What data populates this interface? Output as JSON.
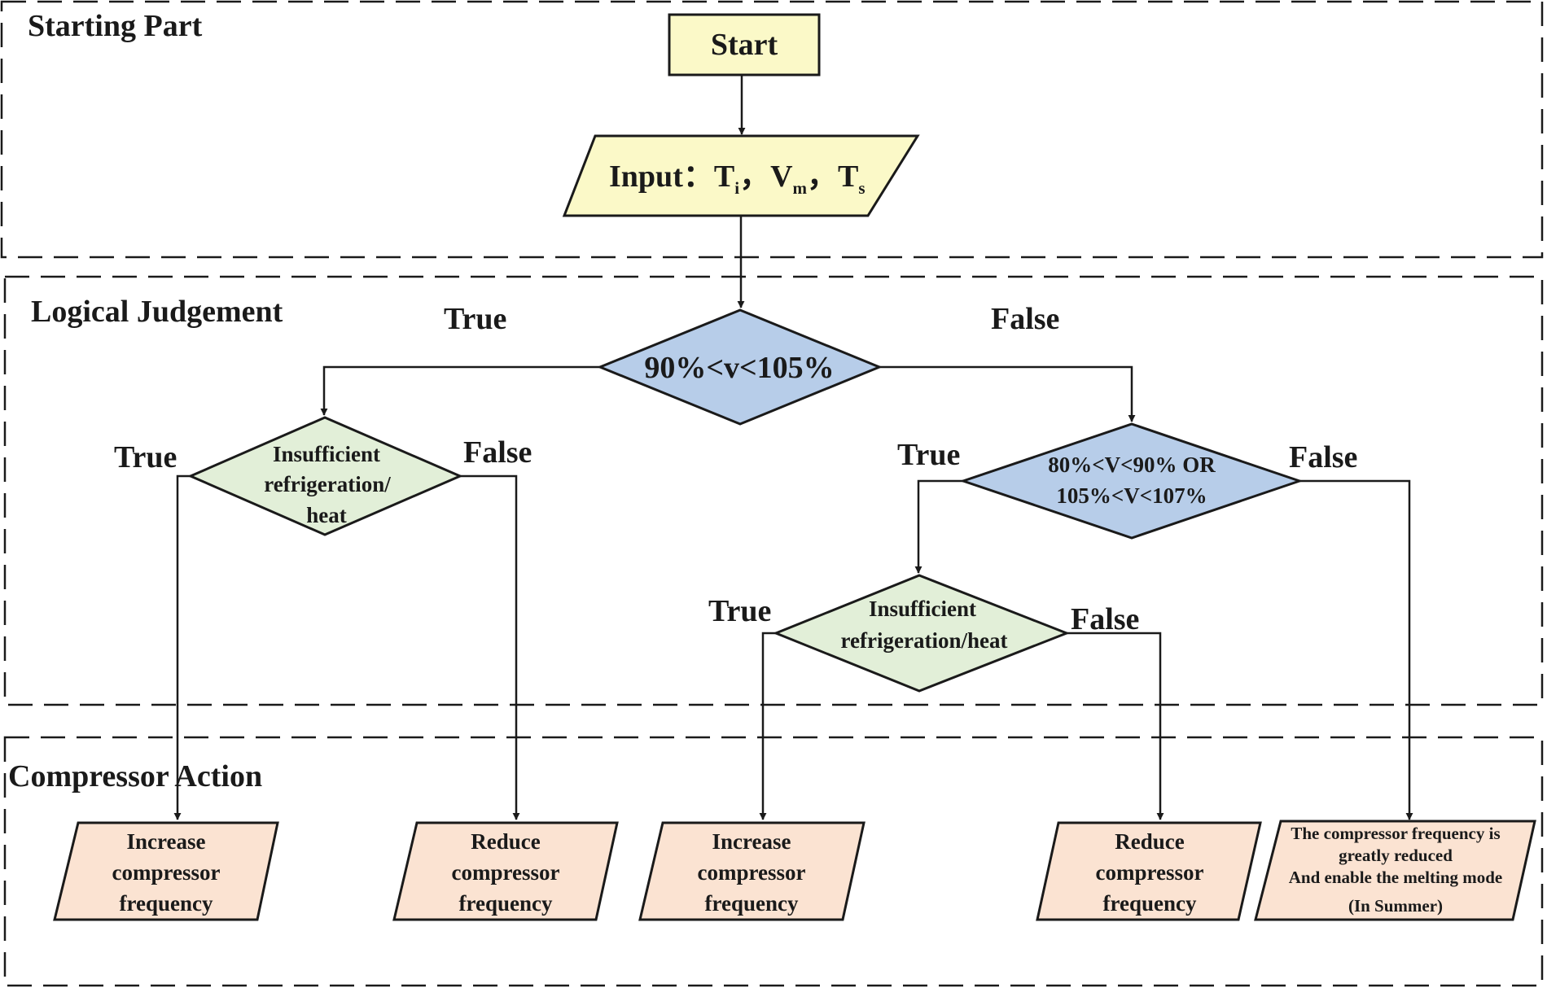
{
  "sections": {
    "starting": "Starting Part",
    "logical": "Logical Judgement",
    "compressor": "Compressor Action"
  },
  "nodes": {
    "start": "Start",
    "input": {
      "prefix": "Input：",
      "t": "T",
      "t_sub": "i",
      "sep1": "，",
      "v": "V",
      "v_sub": "m",
      "sep2": "，",
      "ts": "T",
      "ts_sub": "s"
    },
    "decision_main": "90%<v<105%",
    "decision_left": [
      "Insufficient",
      "refrigeration/",
      "heat"
    ],
    "decision_right": [
      "80%<V<90% OR",
      "105%<V<107%"
    ],
    "decision_right_sub": [
      "Insufficient",
      "refrigeration/heat"
    ],
    "action_1": [
      "Increase",
      "compressor",
      "frequency"
    ],
    "action_2": [
      "Reduce",
      "compressor",
      "frequency"
    ],
    "action_3": [
      "Increase",
      "compressor",
      "frequency"
    ],
    "action_4": [
      "Reduce",
      "compressor",
      "frequency"
    ],
    "action_5": [
      "The compressor frequency is",
      "greatly reduced",
      "And enable the melting mode",
      "(In Summer)"
    ]
  },
  "branches": {
    "true": "True",
    "false": "False"
  },
  "colors": {
    "start_fill": "#fbf9c8",
    "input_fill": "#fbf9c8",
    "decision_blue": "#b7cde9",
    "decision_green": "#e2efd8",
    "action_fill": "#fbe3d2",
    "stroke": "#1a1a1a"
  }
}
